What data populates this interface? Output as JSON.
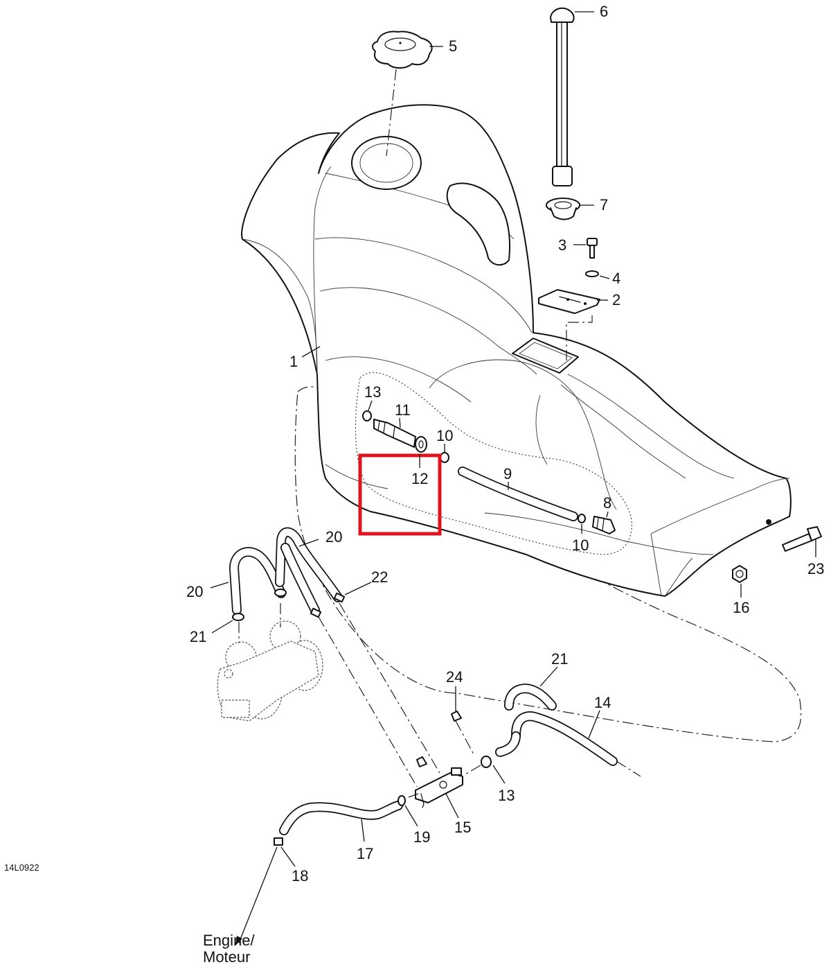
{
  "diagram": {
    "drawing_code": "14L0922",
    "destination_note": [
      "Engine/",
      "Moteur"
    ],
    "highlight_color": "#e0141e",
    "callouts": [
      {
        "id": "c1",
        "label": "1"
      },
      {
        "id": "c2",
        "label": "2"
      },
      {
        "id": "c3",
        "label": "3"
      },
      {
        "id": "c4",
        "label": "4"
      },
      {
        "id": "c5",
        "label": "5"
      },
      {
        "id": "c6",
        "label": "6"
      },
      {
        "id": "c7",
        "label": "7"
      },
      {
        "id": "c8",
        "label": "8"
      },
      {
        "id": "c9",
        "label": "9"
      },
      {
        "id": "c10a",
        "label": "10"
      },
      {
        "id": "c10b",
        "label": "10"
      },
      {
        "id": "c11",
        "label": "11"
      },
      {
        "id": "c12",
        "label": "12"
      },
      {
        "id": "c13a",
        "label": "13"
      },
      {
        "id": "c13b",
        "label": "13"
      },
      {
        "id": "c14",
        "label": "14"
      },
      {
        "id": "c15",
        "label": "15"
      },
      {
        "id": "c16",
        "label": "16"
      },
      {
        "id": "c17",
        "label": "17"
      },
      {
        "id": "c18",
        "label": "18"
      },
      {
        "id": "c19",
        "label": "19"
      },
      {
        "id": "c20a",
        "label": "20"
      },
      {
        "id": "c20b",
        "label": "20"
      },
      {
        "id": "c21a",
        "label": "21"
      },
      {
        "id": "c21b",
        "label": "21"
      },
      {
        "id": "c22",
        "label": "22"
      },
      {
        "id": "c23",
        "label": "23"
      },
      {
        "id": "c24",
        "label": "24"
      }
    ]
  }
}
